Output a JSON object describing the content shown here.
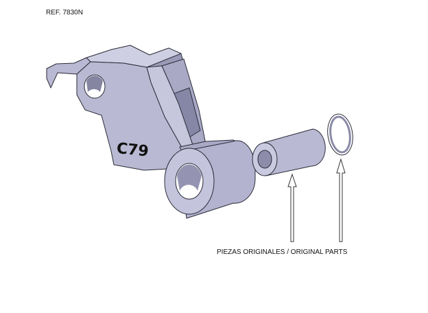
{
  "reference": "REF. 7830N",
  "part_marking": "C79",
  "caption": "PIEZAS ORIGINALES / ORIGINAL PARTS",
  "colors": {
    "part_face": "#b9b9d3",
    "part_light": "#d3d3e6",
    "part_dark": "#9090ae",
    "part_shadow": "#77778f",
    "outline": "#2a2a38",
    "arrow": "#333333"
  }
}
